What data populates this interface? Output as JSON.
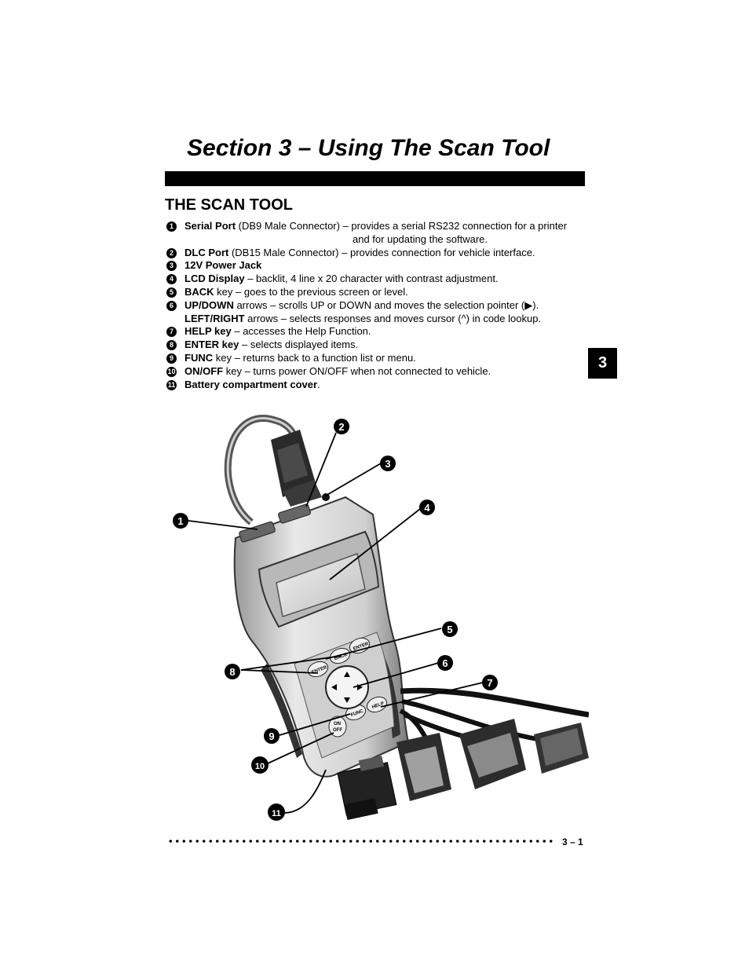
{
  "title": "Section 3 – Using The Scan Tool",
  "heading": "THE SCAN TOOL",
  "tab": "3",
  "page_number": "3 – 1",
  "items": [
    {
      "num": "1",
      "bold": "Serial Port",
      "text": " (DB9 Male Connector) – provides a serial RS232 connection for a printer",
      "cont": "and for updating the software."
    },
    {
      "num": "2",
      "bold": "DLC Port",
      "text": " (DB15 Male Connector) – provides connection for vehicle interface."
    },
    {
      "num": "3",
      "bold": "12V Power Jack",
      "text": ""
    },
    {
      "num": "4",
      "bold": "LCD Display",
      "text": " – backlit, 4 line x 20 character with contrast adjustment."
    },
    {
      "num": "5",
      "bold": "BACK",
      "text": " key – goes to the previous screen or level."
    },
    {
      "num": "6",
      "bold": "UP/DOWN",
      "text": " arrows – scrolls UP or DOWN and moves the selection pointer (▶).",
      "bold2": "LEFT/RIGHT",
      "text2": " arrows – selects responses and moves cursor (^) in code lookup."
    },
    {
      "num": "7",
      "bold": "HELP key",
      "text": " – accesses the Help Function."
    },
    {
      "num": "8",
      "bold": "ENTER key",
      "text": " – selects displayed items."
    },
    {
      "num": "9",
      "bold": "FUNC",
      "text": "  key – returns back to a function list or menu."
    },
    {
      "num": "10",
      "bold": "ON/OFF",
      "text": " key – turns power ON/OFF when not connected to vehicle."
    },
    {
      "num": "11",
      "bold": "Battery compartment cover",
      "text": "."
    }
  ],
  "device": {
    "key_back": "BACK",
    "key_enter": "ENTER",
    "key_enter_left": "ENTER",
    "key_func": "FUNC",
    "key_help": "HELP",
    "key_on": "ON",
    "key_off": "OFF"
  },
  "callouts": [
    "1",
    "2",
    "3",
    "4",
    "5",
    "6",
    "7",
    "8",
    "9",
    "10",
    "11"
  ]
}
